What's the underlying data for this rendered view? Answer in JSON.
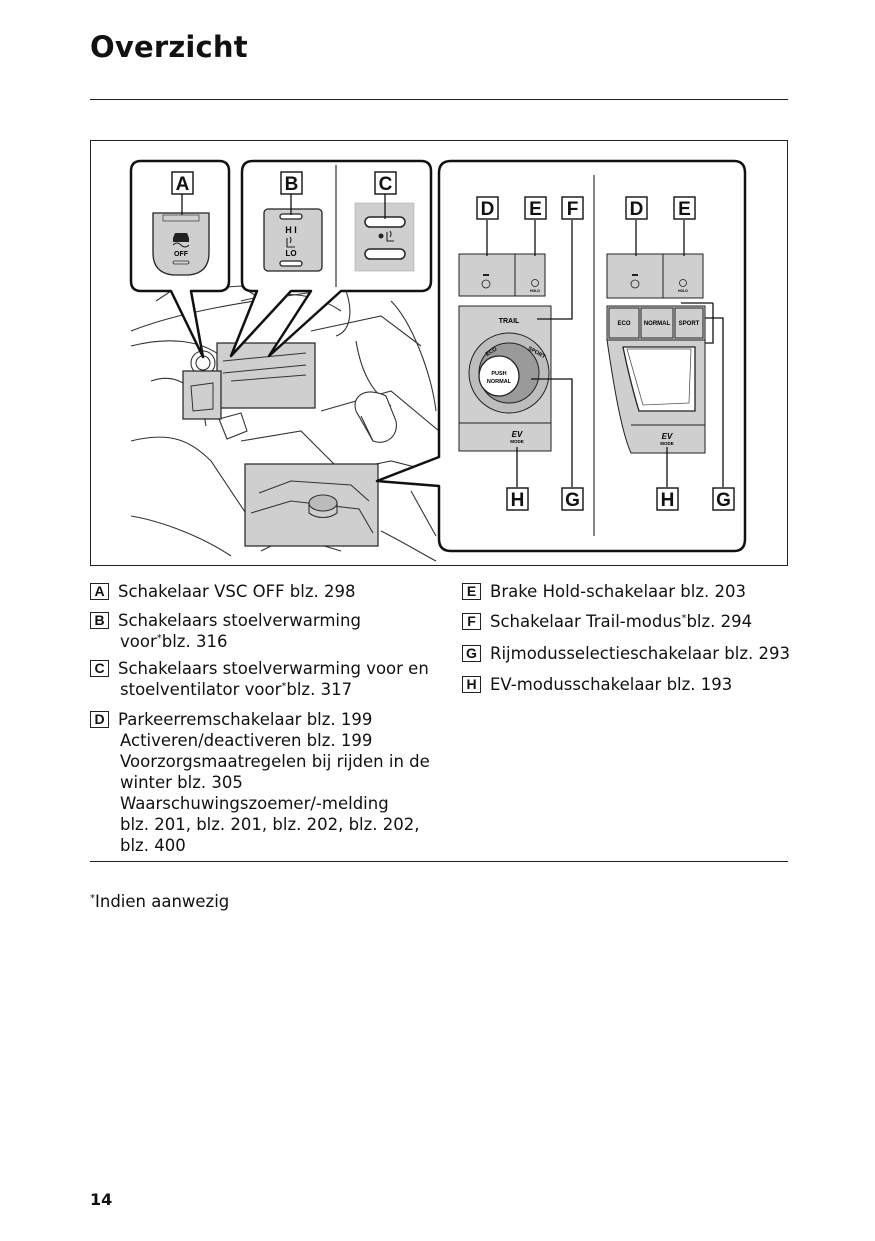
{
  "header": {
    "title": "Overzicht"
  },
  "figure": {
    "callouts": [
      "A",
      "B",
      "C",
      "D",
      "E",
      "F",
      "D",
      "E",
      "H",
      "G",
      "H",
      "G"
    ],
    "switch_text": {
      "off": "OFF",
      "hi": "H I",
      "lo": "LO",
      "trail": "TRAIL",
      "eco": "ECO",
      "sport": "SPORT",
      "push": "PUSH",
      "normal": "NORMAL",
      "ev": "EV",
      "mode": "MODE",
      "hold": "HOLD",
      "eco_btn": "ECO",
      "normal_btn": "NORMAL",
      "sport_btn": "SPORT"
    }
  },
  "legend": {
    "left": [
      {
        "key": "A",
        "lines": [
          "Schakelaar VSC OFF blz. 298"
        ]
      },
      {
        "key": "B",
        "lines": [
          "Schakelaars stoelverwarming",
          "voor",
          "blz. 316"
        ]
      },
      {
        "key": "C",
        "lines": [
          "Schakelaars stoelverwarming voor en",
          "stoelventilator voor",
          "blz. 317"
        ]
      },
      {
        "key": "D",
        "lines": [
          "Parkeerremschakelaar blz. 199",
          "Activeren/deactiveren blz. 199",
          "Voorzorgsmaatregelen bij rijden in de",
          "winter blz. 305",
          "Waarschuwingszoemer/-melding",
          "blz. 201, blz. 201, blz. 202, blz. 202,",
          "blz. 400"
        ]
      }
    ],
    "right": [
      {
        "key": "E",
        "lines": [
          "Brake Hold-schakelaar blz. 203"
        ]
      },
      {
        "key": "F",
        "lines": [
          "Schakelaar Trail-modus",
          "blz. 294"
        ]
      },
      {
        "key": "G",
        "lines": [
          "Rijmodusselectieschakelaar blz. 293"
        ]
      },
      {
        "key": "H",
        "lines": [
          "EV-modusschakelaar blz. 193"
        ]
      }
    ],
    "asterisk": "*"
  },
  "footnote": {
    "mark": "*",
    "text": "Indien aanwezig"
  },
  "page": {
    "number": "14"
  }
}
